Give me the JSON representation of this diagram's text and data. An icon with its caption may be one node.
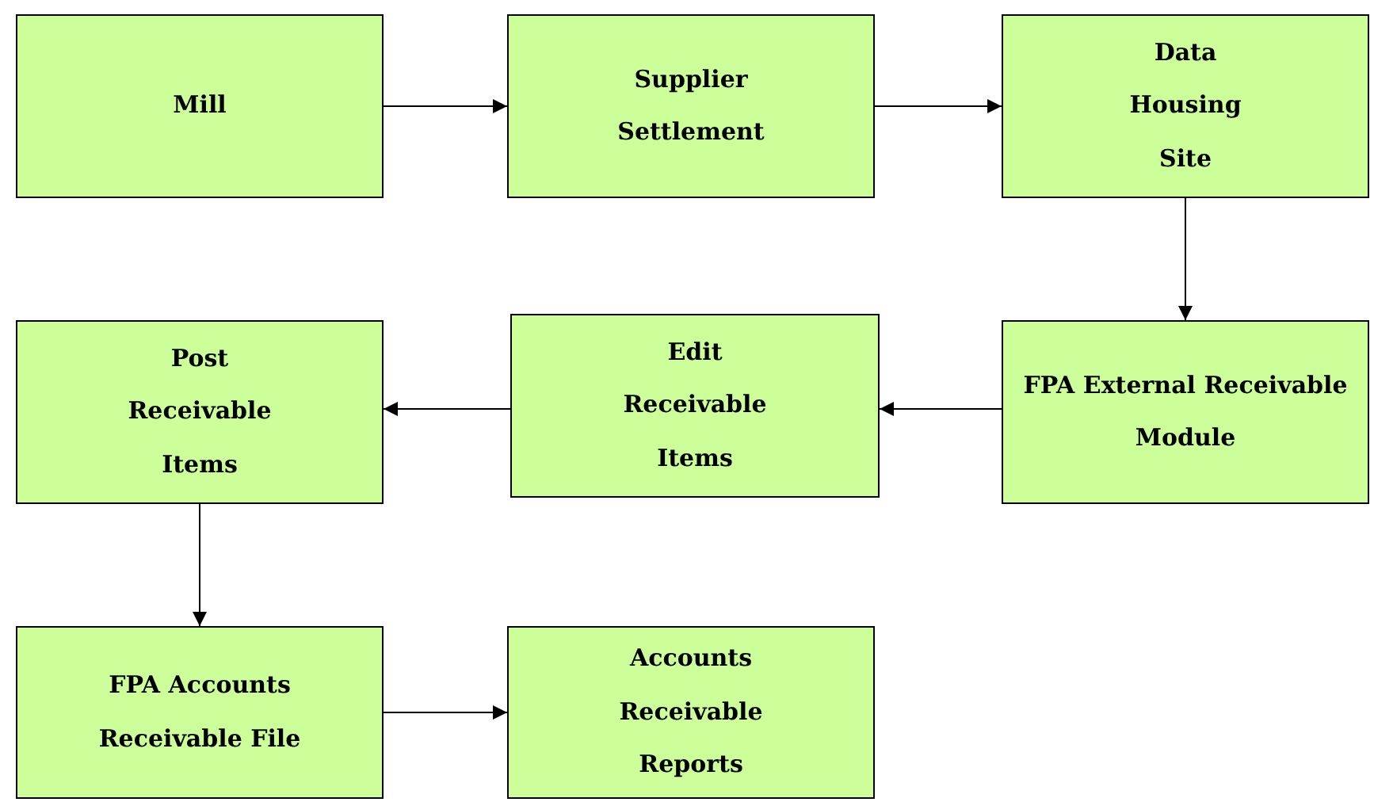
{
  "diagram": {
    "nodes": [
      {
        "text": [
          "Mill"
        ]
      },
      {
        "text": [
          "Supplier Settlement"
        ]
      },
      {
        "text": [
          "Data Housing Site"
        ]
      },
      {
        "text": [
          "FPA External Receivable Module"
        ]
      },
      {
        "text": [
          "Edit Receivable Items"
        ]
      },
      {
        "text": [
          "Post Receivable Items"
        ]
      },
      {
        "text": [
          "FPA Accounts Receivable File"
        ]
      },
      {
        "text": [
          "Accounts Receivable Reports"
        ]
      }
    ],
    "edges": [
      {
        "from": 0,
        "to": 1,
        "arrow": "to"
      },
      {
        "from": 1,
        "to": 2,
        "arrow": "to"
      },
      {
        "from": 2,
        "to": 3,
        "arrow": "to"
      },
      {
        "from": 3,
        "to": 4,
        "arrow": "to"
      },
      {
        "from": 4,
        "to": 5,
        "arrow": "to"
      },
      {
        "from": 5,
        "to": 6,
        "arrow": "to"
      },
      {
        "from": 6,
        "to": 7,
        "arrow": "to"
      }
    ]
  }
}
